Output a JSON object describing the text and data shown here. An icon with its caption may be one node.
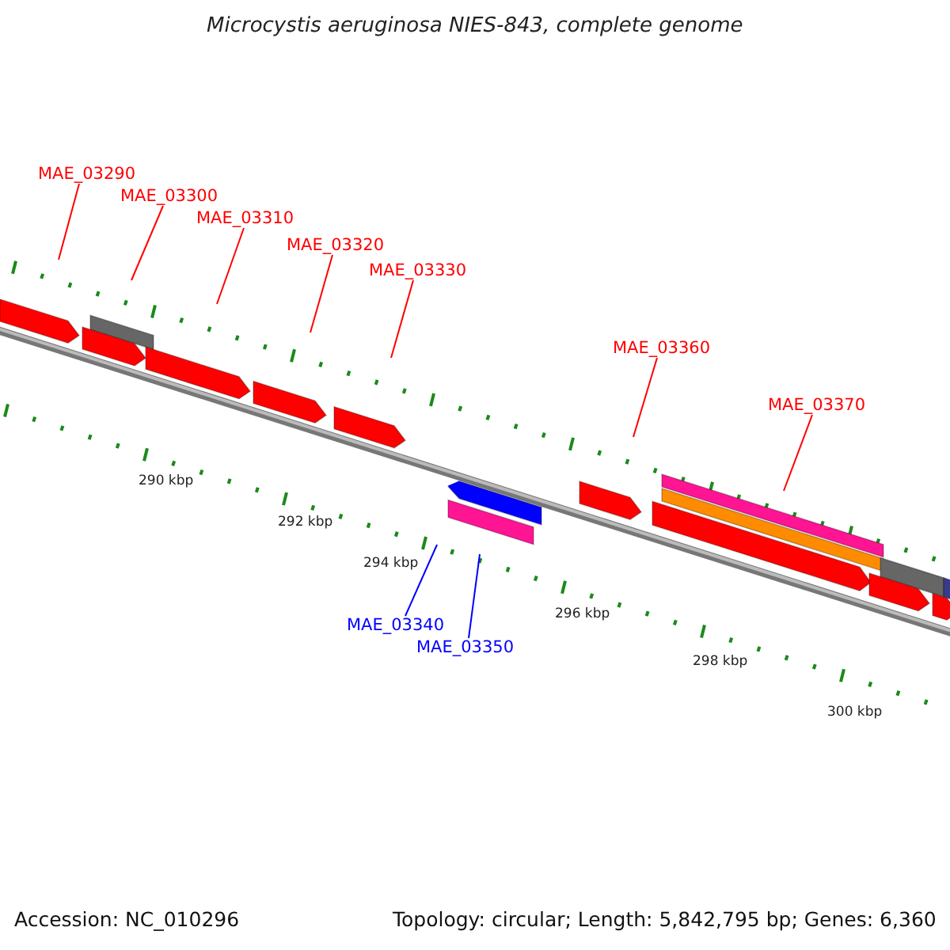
{
  "diagram": {
    "title": "Microcystis aeruginosa NIES-843, complete genome",
    "nodes": [
      {
        "text": [
          "MAE_03290"
        ]
      },
      {
        "text": [
          "MAE_03300"
        ]
      },
      {
        "text": [
          "MAE_03310"
        ]
      },
      {
        "text": [
          "MAE_03320"
        ]
      },
      {
        "text": [
          "MAE_03330"
        ]
      },
      {
        "text": [
          "MAE_03360"
        ]
      },
      {
        "text": [
          "MAE_03370"
        ]
      },
      {
        "text": [
          "MAE_03340"
        ]
      },
      {
        "text": [
          "MAE_03350"
        ]
      }
    ],
    "edges": [
      {
        "from": 0,
        "to": null,
        "arrow": "none"
      },
      {
        "from": 1,
        "to": null,
        "arrow": "none"
      },
      {
        "from": 2,
        "to": null,
        "arrow": "none"
      },
      {
        "from": 3,
        "to": null,
        "arrow": "none"
      },
      {
        "from": 4,
        "to": null,
        "arrow": "none"
      },
      {
        "from": 5,
        "to": null,
        "arrow": "none"
      },
      {
        "from": 6,
        "to": null,
        "arrow": "none"
      },
      {
        "from": 7,
        "to": null,
        "arrow": "none",
        "color": "#0000ff"
      },
      {
        "from": 8,
        "to": null,
        "arrow": "none",
        "color": "#0000ff"
      }
    ],
    "labels": [
      "290 kbp",
      "292 kbp",
      "294 kbp",
      "296 kbp",
      "298 kbp",
      "300 kbp",
      "Accession: NC_010296",
      "Topology: circular; Length: 5,842,795 bp; Genes: 6,360"
    ]
  }
}
